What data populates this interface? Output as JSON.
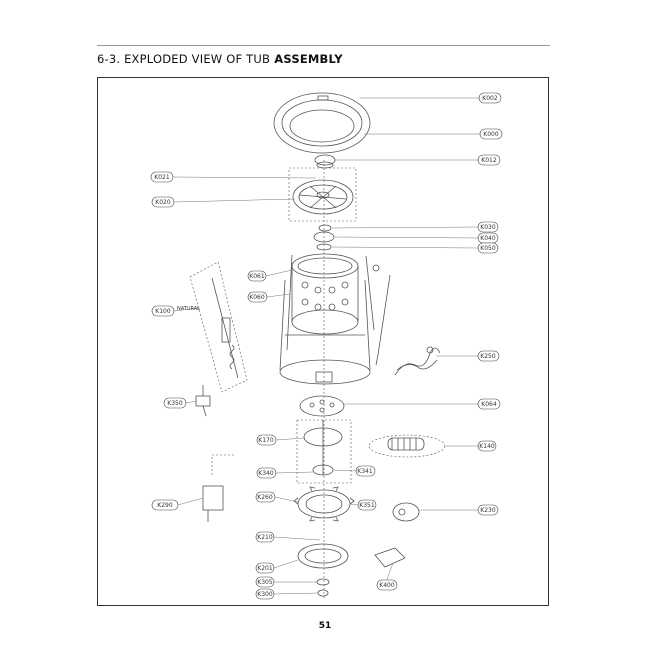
{
  "header": {
    "title_prefix": "6-3. EXPLODED VIEW OF TUB",
    "title_suffix": "ASSEMBLY"
  },
  "page_number": "51",
  "callouts": {
    "k002": "K002",
    "k000": "K000",
    "k012": "K012",
    "k021": "K021",
    "k020": "K020",
    "k030": "K030",
    "k040": "K040",
    "k050": "K050",
    "k061": "K061",
    "k060": "K060",
    "k100": "K100",
    "k250": "K250",
    "k350": "K350",
    "k064": "K064",
    "k170": "K170",
    "k140": "K140",
    "k340": "K340",
    "k341": "K341",
    "k290": "K290",
    "k260": "K260",
    "k351": "K351",
    "k230": "K230",
    "k210": "K210",
    "k201": "K201",
    "k400": "K400",
    "k305": "K305",
    "k300": "K300"
  },
  "notes": {
    "natural": "NATURAL"
  }
}
